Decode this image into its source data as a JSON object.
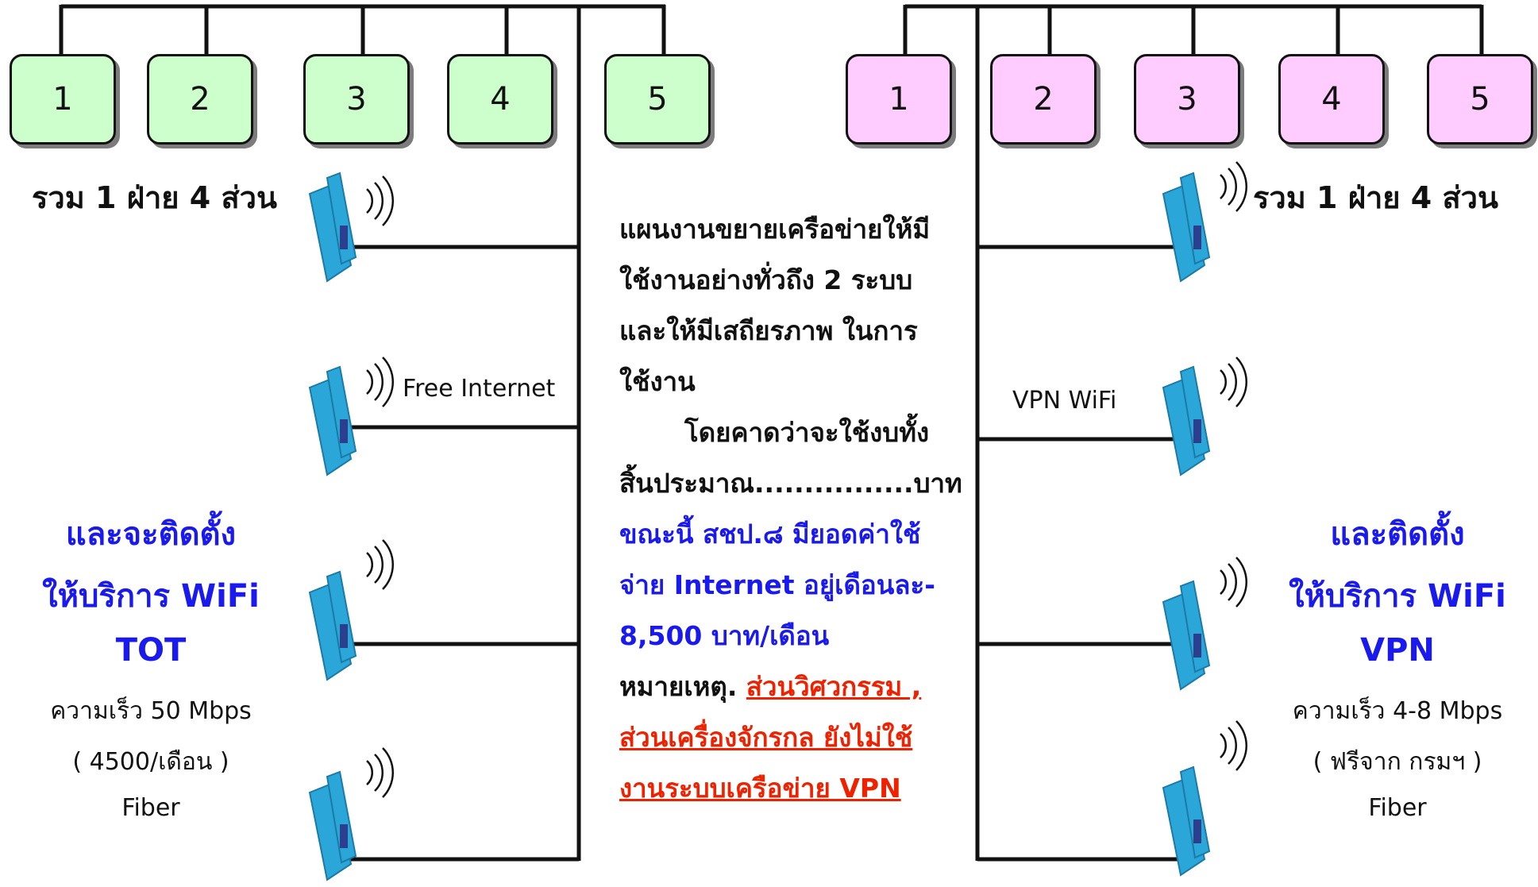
{
  "left_group": {
    "units": [
      "1",
      "2",
      "3",
      "4",
      "5"
    ],
    "summary": "รวม 1 ฝ่าย 4 ส่วน",
    "wifi_label": "Free Internet",
    "service_line1": "และจะติดตั้ง",
    "service_line2": "ให้บริการ WiFi",
    "service_line3": "TOT",
    "speed": "ความเร็ว 50 Mbps",
    "cost": "( 4500/เดือน )",
    "medium": "Fiber",
    "box_color": "#ccffcc"
  },
  "right_group": {
    "units": [
      "1",
      "2",
      "3",
      "4",
      "5"
    ],
    "summary": "รวม 1 ฝ่าย 4 ส่วน",
    "wifi_label": "VPN WiFi",
    "service_line1": "และติดตั้ง",
    "service_line2": "ให้บริการ WiFi",
    "service_line3": "VPN",
    "speed": "ความเร็ว 4-8 Mbps",
    "cost": "( ฟรีจาก กรมฯ )",
    "medium": "Fiber",
    "box_color": "#ffccff"
  },
  "center_text": {
    "line1": "แผนงานขยายเครือข่ายให้มี",
    "line2": "ใช้งานอย่างทั่วถึง  2 ระบบ",
    "line3": "และให้มีเสถียรภาพ  ในการ",
    "line4": "ใช้งาน",
    "line5": "โดยคาดว่าจะใช้งบทั้ง",
    "line6": "สิ้นประมาณ................บาท",
    "blue_line1": "ขณะนี้ สชป.๘ มียอดค่าใช้",
    "blue_line2": "จ่าย Internet อยู่เดือนละ-",
    "blue_line3": "8,500 บาท/เดือน",
    "note_label": "หมายเหตุ.",
    "note_red1": "ส่วนวิศวกรรม ,",
    "note_red2": "ส่วนเครื่องจักรกล ยังไม่ใช้",
    "note_red3": "งานระบบเครือข่าย VPN"
  },
  "colors": {
    "wifi_device": "#2aa6d8",
    "blue_text": "#1a1aee",
    "red_text": "#ee2200"
  },
  "icons": [
    "wifi-router-icon",
    "wifi-signal-icon"
  ]
}
